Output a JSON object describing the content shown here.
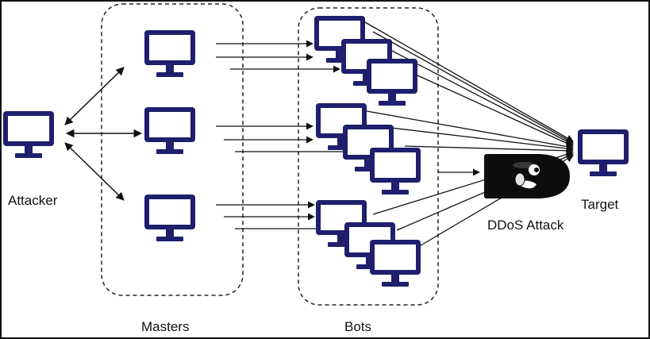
{
  "labels": {
    "attacker": "Attacker",
    "masters": "Masters",
    "bots": "Bots",
    "ddos": "DDoS Attack",
    "target": "Target"
  },
  "colors": {
    "monitor": "#1f1f6e",
    "arrow": "#111111",
    "group_border": "#222222",
    "bullet_body": "#0d0d0d",
    "background": "#ffffff"
  },
  "icons": {
    "computer": "monitor-icon",
    "attack": "bullet-bill-icon"
  }
}
